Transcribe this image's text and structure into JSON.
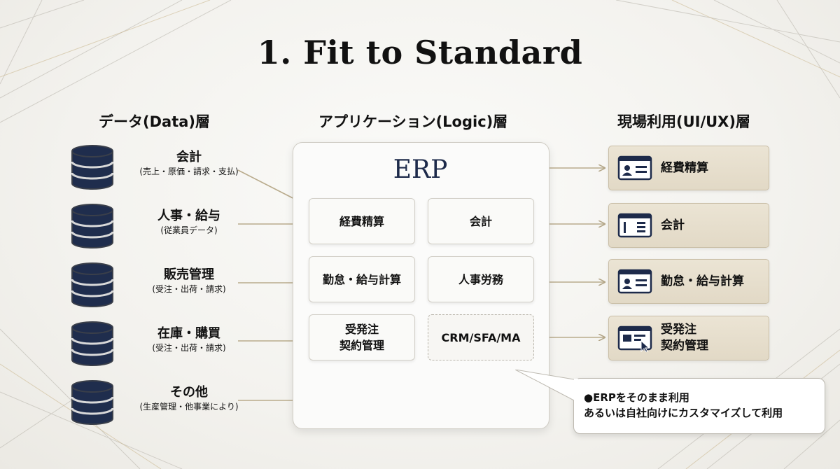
{
  "title": "1. Fit to Standard",
  "columns": {
    "data": "データ(Data)層",
    "logic": "アプリケーション(Logic)層",
    "ui": "現場利用(UI/UX)層"
  },
  "data_sources": [
    {
      "label": "会計",
      "sub": "(売上・原価・請求・支払)",
      "icon": "database-icon"
    },
    {
      "label": "人事・給与",
      "sub": "(従業員データ)",
      "icon": "database-icon"
    },
    {
      "label": "販売管理",
      "sub": "(受注・出荷・請求)",
      "icon": "database-icon"
    },
    {
      "label": "在庫・購買",
      "sub": "(受注・出荷・請求)",
      "icon": "database-icon"
    },
    {
      "label": "その他",
      "sub": "(生産管理・他事業により)",
      "icon": "database-icon"
    }
  ],
  "erp": {
    "title": "ERP",
    "modules": [
      "経費精算",
      "会計",
      "勤怠・給与計算",
      "人事労務",
      "受発注\n契約管理",
      "CRM/SFA/MA"
    ]
  },
  "ui_layer": [
    {
      "label": "経費精算",
      "icon": "id-card-icon"
    },
    {
      "label": "会計",
      "icon": "document-window-icon"
    },
    {
      "label": "勤怠・給与計算",
      "icon": "id-card-icon"
    },
    {
      "label": "受発注\n契約管理",
      "icon": "browser-cursor-icon"
    }
  ],
  "callout": {
    "line1": "●ERPをそのまま利用",
    "line2": "あるいは自社向けにカスタマイズして利用"
  },
  "colors": {
    "navy": "#1d2a4a",
    "gold_arrow": "#b9ab8c",
    "ui_box": "#e6dece"
  }
}
